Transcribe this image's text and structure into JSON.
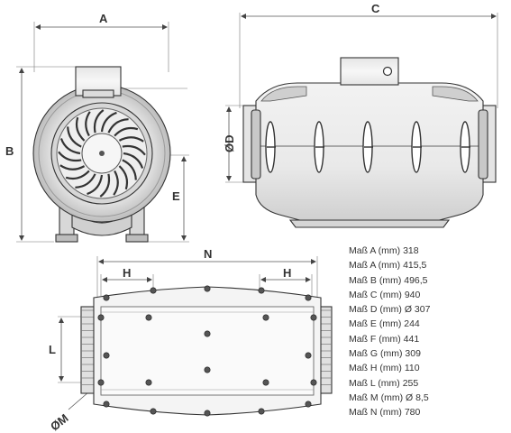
{
  "dimension_labels": {
    "A": "A",
    "B": "B",
    "C": "C",
    "D": "ØD",
    "E": "E",
    "N": "N",
    "H_left": "H",
    "H_right": "H",
    "L": "L",
    "M": "ØM"
  },
  "dimensions": [
    {
      "label": "Maß A (mm)",
      "value": "318"
    },
    {
      "label": "Maß A (mm)",
      "value": "415,5"
    },
    {
      "label": "Maß B (mm)",
      "value": "496,5"
    },
    {
      "label": "Maß C (mm)",
      "value": "940"
    },
    {
      "label": "Maß D (mm)",
      "value": "Ø 307"
    },
    {
      "label": "Maß E (mm)",
      "value": "244"
    },
    {
      "label": "Maß F (mm)",
      "value": "441"
    },
    {
      "label": "Maß G (mm)",
      "value": "309"
    },
    {
      "label": "Maß H (mm)",
      "value": "110"
    },
    {
      "label": "Maß L (mm)",
      "value": "255"
    },
    {
      "label": "Maß M (mm)",
      "value": "Ø 8,5"
    },
    {
      "label": "Maß N (mm)",
      "value": "780"
    }
  ]
}
